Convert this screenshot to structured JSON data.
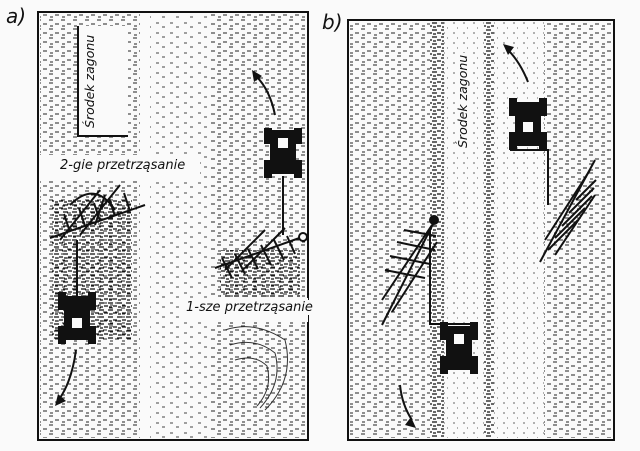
{
  "panels": [
    {
      "letter": "a)",
      "labels": {
        "center": "Środek zagonu",
        "pass_second": "2-gie przetrząsanie",
        "pass_first": "1-sze przetrząsanie"
      }
    },
    {
      "letter": "b)",
      "labels": {
        "center": "Środek zagonu"
      }
    }
  ],
  "colors": {
    "ink": "#111111",
    "paper": "#fafafa"
  },
  "icons": [
    "tractor-icon",
    "hay-tedder-icon",
    "direction-arrow-icon"
  ]
}
